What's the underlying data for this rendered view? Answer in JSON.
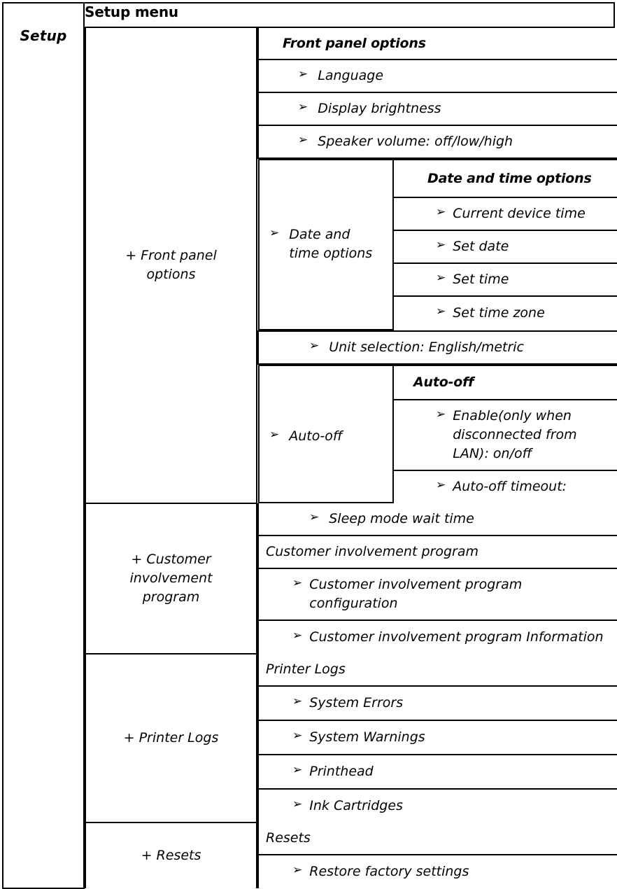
{
  "document": {
    "left_column_label": "Setup",
    "menu_title": "Setup menu",
    "bullet_glyph": "➢"
  },
  "groups": [
    {
      "id": "front-panel-options",
      "label": "+ Front panel\noptions",
      "section_header": "Front panel options",
      "items": [
        {
          "id": "language",
          "label": "Language"
        },
        {
          "id": "display-brightness",
          "label": "Display brightness"
        },
        {
          "id": "speaker-volume",
          "label": "Speaker volume: off/low/high"
        }
      ],
      "date_time": {
        "parent_label": "Date and\ntime options",
        "section_header": "Date and time options",
        "items": [
          {
            "id": "current-device-time",
            "label": "Current device time"
          },
          {
            "id": "set-date",
            "label": "Set date"
          },
          {
            "id": "set-time",
            "label": "Set time"
          },
          {
            "id": "set-time-zone",
            "label": "Set time zone"
          }
        ]
      },
      "unit_selection": {
        "id": "unit-selection",
        "label": "Unit selection: English/metric"
      },
      "auto_off": {
        "parent_label": "Auto-off",
        "section_header": "Auto-off",
        "items": [
          {
            "id": "auto-off-enable",
            "label": "Enable(only when disconnected from LAN): on/off"
          },
          {
            "id": "auto-off-timeout",
            "label": "Auto-off timeout:"
          }
        ]
      }
    },
    {
      "id": "customer-involvement-program",
      "label": "+ Customer\ninvolvement\nprogram",
      "sleep_row": {
        "id": "sleep-mode-wait-time",
        "label": "Sleep mode wait time"
      },
      "section_header": "Customer involvement program",
      "items": [
        {
          "id": "cip-configuration",
          "label": "Customer involvement program configuration"
        },
        {
          "id": "cip-information",
          "label": "Customer involvement program Information"
        }
      ]
    },
    {
      "id": "printer-logs",
      "label": "+ Printer Logs",
      "section_header": "Printer Logs",
      "items": [
        {
          "id": "system-errors",
          "label": "System Errors"
        },
        {
          "id": "system-warnings",
          "label": "System Warnings"
        },
        {
          "id": "printhead",
          "label": "Printhead"
        },
        {
          "id": "ink-cartridges",
          "label": "Ink Cartridges"
        }
      ]
    },
    {
      "id": "resets",
      "label": "+ Resets",
      "section_header": "Resets",
      "items": [
        {
          "id": "restore-factory-settings",
          "label": "Restore factory settings"
        }
      ]
    }
  ],
  "colors": {
    "border": "#000000",
    "text": "#000000",
    "background": "#ffffff"
  }
}
